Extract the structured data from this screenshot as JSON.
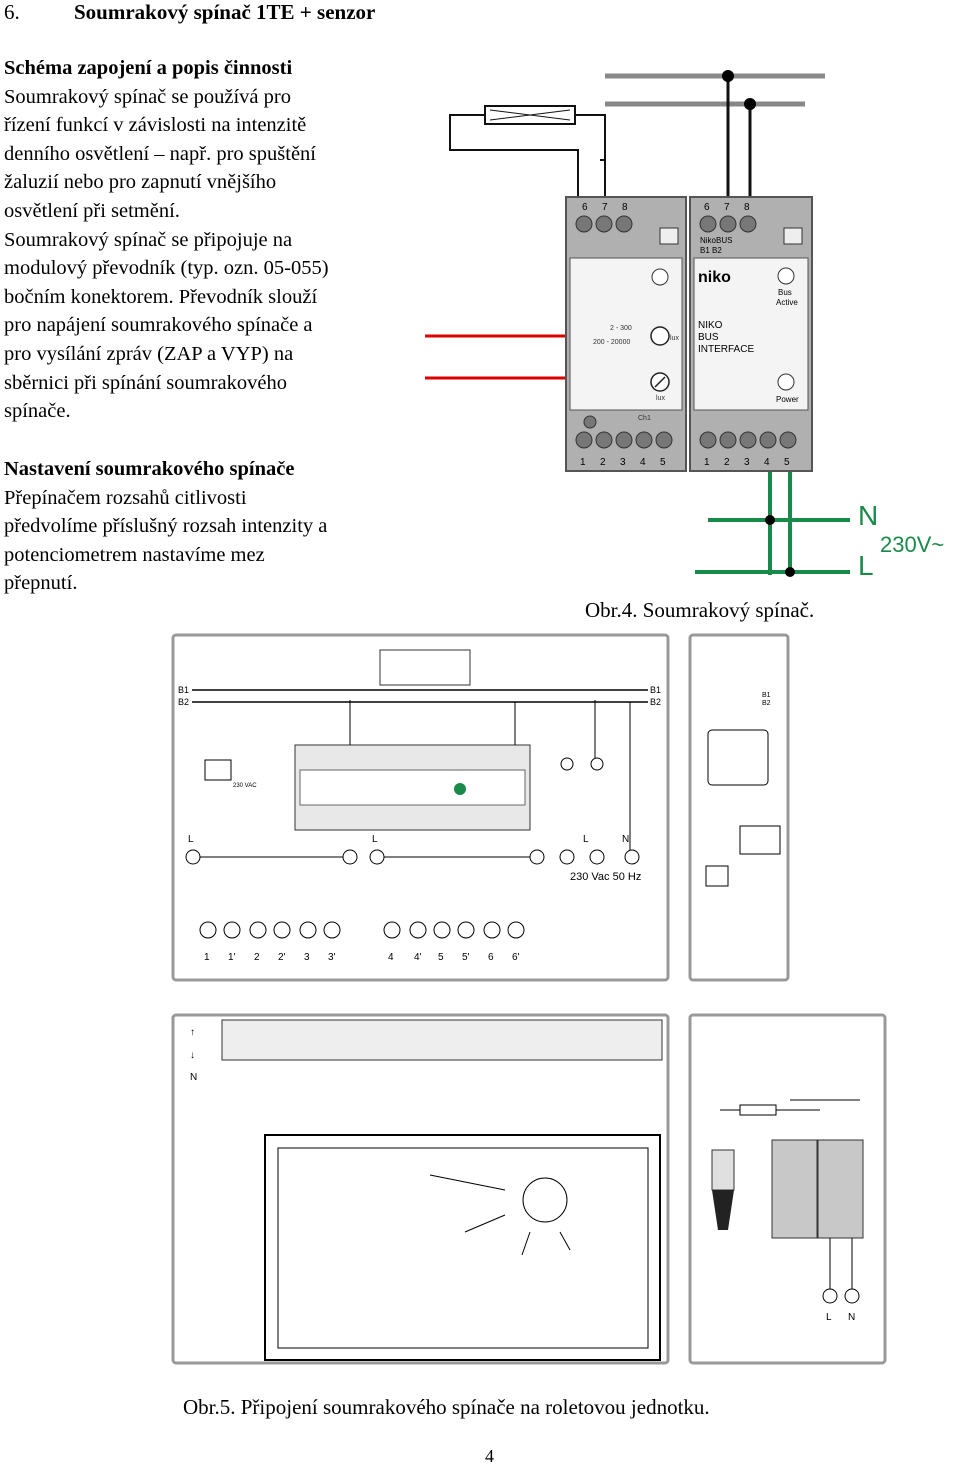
{
  "heading": {
    "number": "6.",
    "title": "Soumrakový spínač 1TE + senzor"
  },
  "section1": {
    "title": "Schéma zapojení a popis činnosti",
    "lines": [
      "Soumrakový spínač se používá pro",
      "řízení funkcí v závislosti na intenzitě",
      "denního osvětlení – např. pro spuštění",
      "žaluzií nebo pro zapnutí vnějšího",
      "osvětlení při setmění.",
      "Soumrakový spínač se připojuje na",
      "modulový převodník (typ. ozn. 05-055)",
      "bočním konektorem. Převodník slouží",
      "pro napájení soumrakového spínače a",
      "pro vysílání zpráv (ZAP a VYP) na",
      "sběrnici při spínání soumrakového",
      "spínače."
    ]
  },
  "section2": {
    "title": "Nastavení soumrakového spínače",
    "lines": [
      "Přepínačem rozsahů citlivosti",
      "předvolíme příslušný rozsah intenzity a",
      "potenciometrem nastavíme mez",
      "přepnutí."
    ]
  },
  "fig4": {
    "caption": "Obr.4.  Soumrakový spínač.",
    "left_module": {
      "top_terminals": [
        "6",
        "7",
        "8"
      ],
      "range1": "2 - 300",
      "range2": "200 - 20000",
      "lux1": "lux",
      "lux2": "lux",
      "bottom_label": "Ch1",
      "bottom_terminals": [
        "1",
        "2",
        "3",
        "4",
        "5"
      ]
    },
    "right_module": {
      "top_terminals": [
        "6",
        "7",
        "8"
      ],
      "bus_label": "NikoBUS",
      "bus_terms": "B1  B2",
      "logo": "niko",
      "bus_active": [
        "Bus",
        "Active"
      ],
      "interface": [
        "NIKO",
        "BUS",
        "INTERFACE"
      ],
      "power": "Power",
      "bottom_terminals": [
        "1",
        "2",
        "3",
        "4",
        "5"
      ]
    },
    "supply": {
      "n": "N",
      "l": "L",
      "voltage": "230V~"
    }
  },
  "fig5": {
    "caption": "Obr.5.  Připojení soumrakového spínače na roletovou jednotku.",
    "bus_labels": [
      "B1",
      "B2"
    ],
    "sensor_voltage": "230 VAC",
    "line_labels": [
      "L",
      "L",
      "L",
      "N"
    ],
    "supply_text": "230 Vac  50 Hz",
    "output_labels": [
      "1",
      "1'",
      "2",
      "2'",
      "3",
      "3'",
      "4",
      "4'",
      "5",
      "5'",
      "6",
      "6'"
    ],
    "motor_labels": [
      "↑",
      "↓",
      "N"
    ],
    "panel_supply": [
      "L",
      "N"
    ]
  },
  "page_number": "4"
}
